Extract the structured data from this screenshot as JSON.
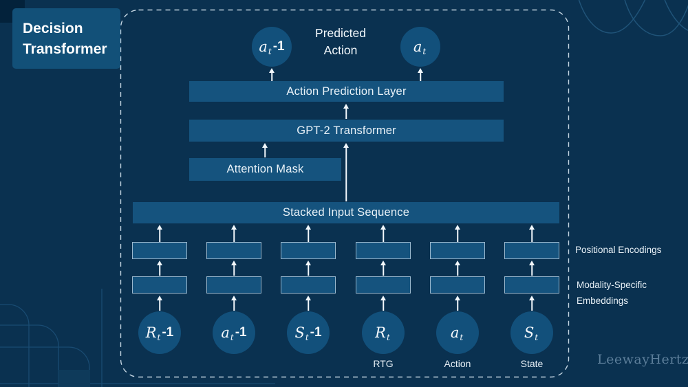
{
  "title": {
    "line1": "Decision",
    "line2": "Transformer"
  },
  "predicted_action": {
    "line1": "Predicted",
    "line2": "Action"
  },
  "output_tokens": [
    {
      "base": "a",
      "sub": "t",
      "suffix": "-1"
    },
    {
      "base": "a",
      "sub": "t",
      "suffix": ""
    }
  ],
  "layers": {
    "action_prediction": "Action Prediction Layer",
    "gpt2": "GPT-2 Transformer",
    "attention_mask": "Attention Mask",
    "stacked_input": "Stacked Input Sequence"
  },
  "side_labels": {
    "positional": "Positional Encodings",
    "modality_line1": "Modality-Specific",
    "modality_line2": "Embeddings"
  },
  "input_tokens": [
    {
      "base": "R",
      "sub": "t",
      "suffix": "-1",
      "tag": ""
    },
    {
      "base": "a",
      "sub": "t",
      "suffix": "-1",
      "tag": ""
    },
    {
      "base": "S",
      "sub": "t",
      "suffix": "-1",
      "tag": ""
    },
    {
      "base": "R",
      "sub": "t",
      "suffix": "",
      "tag": "RTG"
    },
    {
      "base": "a",
      "sub": "t",
      "suffix": "",
      "tag": "Action"
    },
    {
      "base": "S",
      "sub": "t",
      "suffix": "",
      "tag": "State"
    }
  ],
  "watermark": "LeewayHertz",
  "colors": {
    "background": "#0A3150",
    "box_fill": "#15537E",
    "title_fill": "#125078",
    "circle_fill": "#12507B",
    "rect_border": "#9AB8CE",
    "dashed_border": "#D8E8F2",
    "text": "#EDF4F9",
    "watermark": "#5C7E9A",
    "accent_line": "#2A6187"
  }
}
